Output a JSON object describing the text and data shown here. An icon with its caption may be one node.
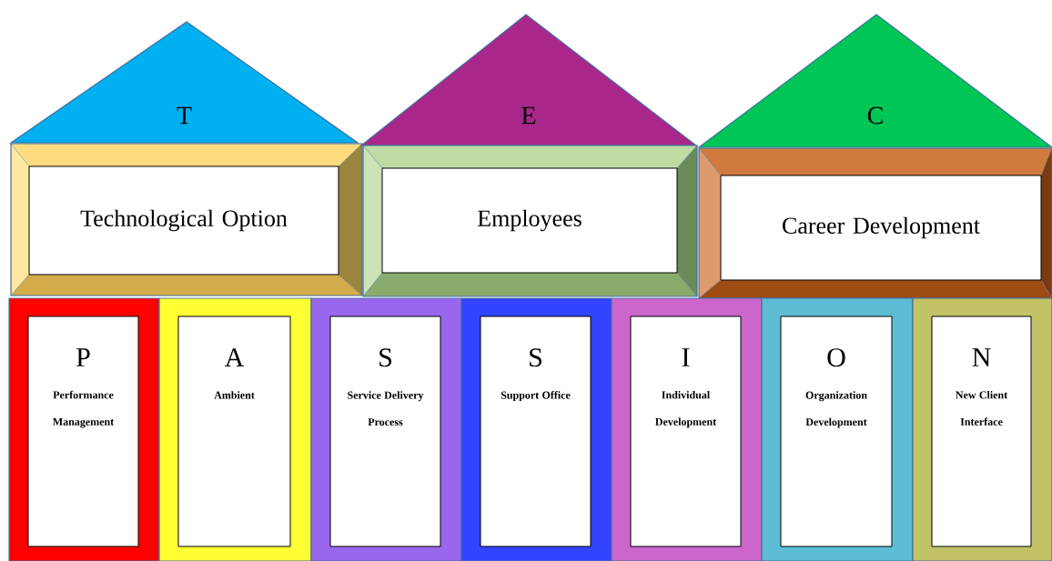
{
  "diagram": {
    "nodes": [
      {
        "text": [
          "T"
        ]
      },
      {
        "text": [
          "E"
        ]
      },
      {
        "text": [
          "C"
        ]
      },
      {
        "text": [
          "Technological Option"
        ]
      },
      {
        "text": [
          "Employees"
        ]
      },
      {
        "text": [
          "Career Development"
        ]
      },
      {
        "text": [
          "P",
          "Performance Management"
        ]
      },
      {
        "text": [
          "A",
          "Ambient"
        ]
      },
      {
        "text": [
          "S",
          "Service Delivery Process"
        ]
      },
      {
        "text": [
          "S",
          "Support Office"
        ]
      },
      {
        "text": [
          "I",
          "Individual Development"
        ]
      },
      {
        "text": [
          "O",
          "Organization Development"
        ]
      },
      {
        "text": [
          "N",
          "New Client Interface"
        ]
      }
    ]
  }
}
